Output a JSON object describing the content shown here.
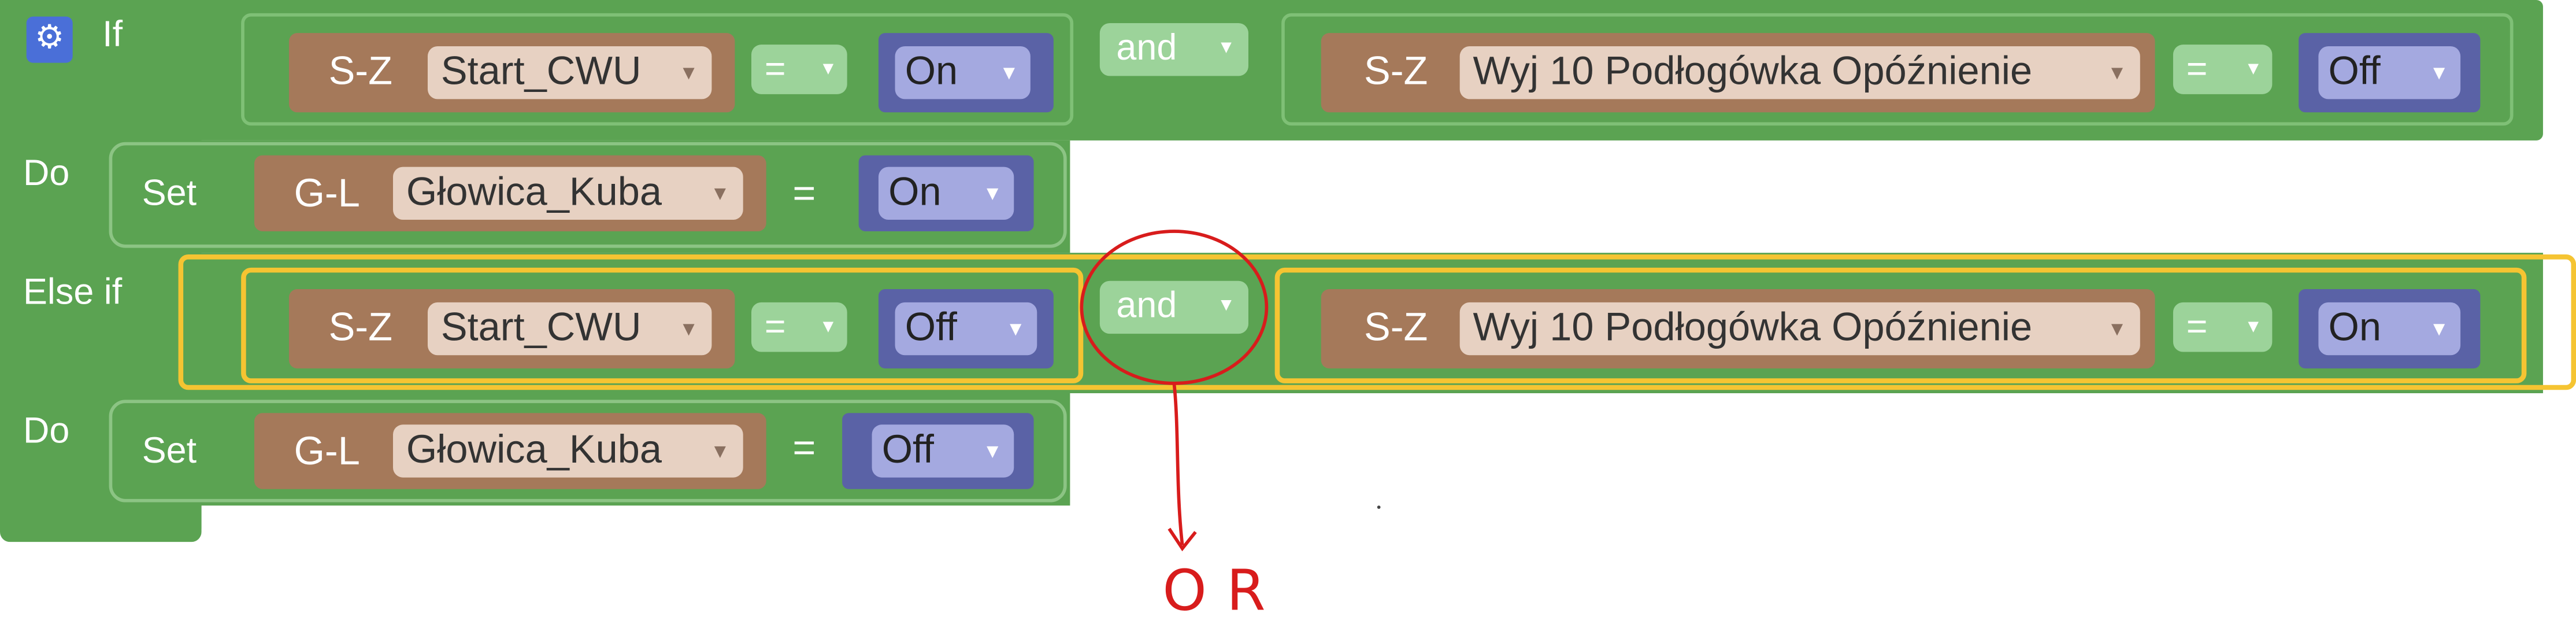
{
  "blocks": {
    "if_keyword": "If",
    "do_keyword": "Do",
    "elseif_keyword": "Else if",
    "set_keyword": "Set",
    "if_cond": {
      "left": {
        "prefix": "S-Z",
        "variable": "Start_CWU",
        "op": "=",
        "value": "On"
      },
      "connector": "and",
      "right": {
        "prefix": "S-Z",
        "variable": "Wyj 10 Podłogówka Opóźnienie",
        "op": "=",
        "value": "Off"
      }
    },
    "do1": {
      "prefix": "G-L",
      "variable": "Głowica_Kuba",
      "op": "=",
      "value": "On"
    },
    "elseif_cond": {
      "left": {
        "prefix": "S-Z",
        "variable": "Start_CWU",
        "op": "=",
        "value": "Off"
      },
      "connector": "and",
      "right": {
        "prefix": "S-Z",
        "variable": "Wyj 10 Podłogówka Opóźnienie",
        "op": "=",
        "value": "On"
      }
    },
    "do2": {
      "prefix": "G-L",
      "variable": "Głowica_Kuba",
      "op": "=",
      "value": "Off"
    }
  },
  "annotation": {
    "text": "OR",
    "color": "#d81c1c"
  },
  "colors": {
    "logic_block": "#5ba352",
    "variable_block": "#a5795a",
    "value_block": "#5a62a6",
    "selected_outline": "#f5c432"
  },
  "icons": {
    "settings": "gear-icon",
    "dropdown": "triangle-down-icon"
  }
}
